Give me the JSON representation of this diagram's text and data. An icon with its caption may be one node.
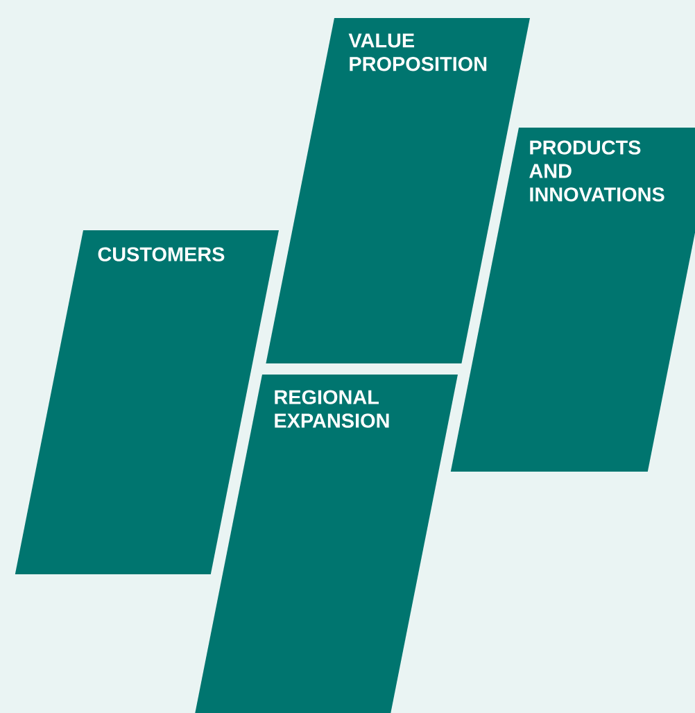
{
  "diagram": {
    "nodes": [
      {
        "text": [
          "VALUE PROPOSITION"
        ]
      },
      {
        "text": [
          "PRODUCTS AND INNOVATIONS"
        ]
      },
      {
        "text": [
          "CUSTOMERS"
        ]
      },
      {
        "text": [
          "REGIONAL EXPANSION"
        ]
      }
    ]
  }
}
